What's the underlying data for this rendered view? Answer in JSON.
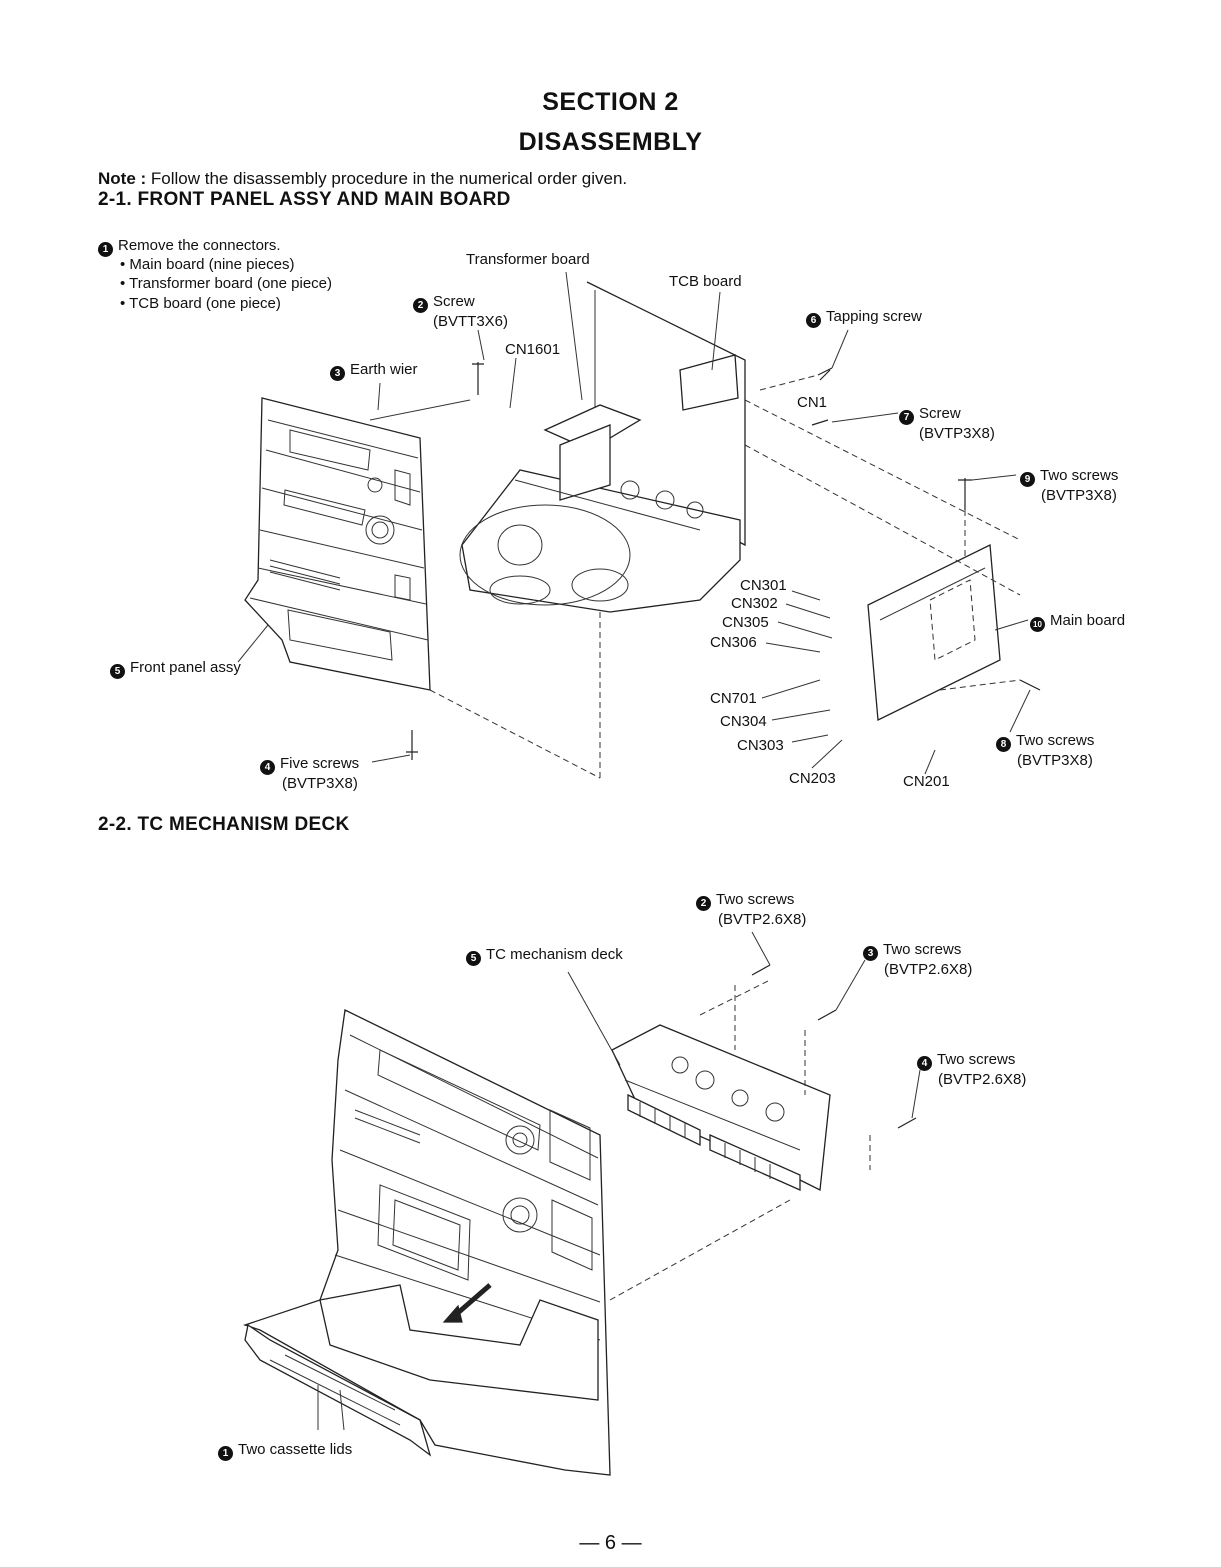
{
  "section": {
    "number": "SECTION  2",
    "title": "DISASSEMBLY"
  },
  "note": {
    "label": "Note :",
    "text": "Follow the disassembly procedure in the numerical order given."
  },
  "sub1": {
    "heading": "2-1.  FRONT PANEL ASSY AND MAIN BOARD",
    "step1": {
      "num": "1",
      "text": "Remove the connectors."
    },
    "bullets": [
      "• Main board (nine pieces)",
      "• Transformer board (one piece)",
      "• TCB board (one piece)"
    ],
    "labels": {
      "transformer_board": "Transformer board",
      "tcb_board": "TCB board",
      "screw2": {
        "num": "2",
        "text": "Screw",
        "spec": "(BVTT3X6)"
      },
      "earth": {
        "num": "3",
        "text": "Earth wier"
      },
      "cn1601": "CN1601",
      "tapping": {
        "num": "6",
        "text": "Tapping screw"
      },
      "cn1": "CN1",
      "screw7": {
        "num": "7",
        "text": "Screw",
        "spec": "(BVTP3X8)"
      },
      "two9": {
        "num": "9",
        "text": "Two screws",
        "spec": "(BVTP3X8)"
      },
      "main": {
        "num": "10",
        "text": "Main board"
      },
      "front": {
        "num": "5",
        "text": "Front panel assy"
      },
      "five4": {
        "num": "4",
        "text": "Five screws",
        "spec": "(BVTP3X8)"
      },
      "two8": {
        "num": "8",
        "text": "Two screws",
        "spec": "(BVTP3X8)"
      },
      "connectors": [
        "CN301",
        "CN302",
        "CN305",
        "CN306",
        "CN701",
        "CN304",
        "CN303",
        "CN203",
        "CN201"
      ]
    }
  },
  "sub2": {
    "heading": "2-2.  TC MECHANISM DECK",
    "labels": {
      "two2": {
        "num": "2",
        "text": "Two screws",
        "spec": "(BVTP2.6X8)"
      },
      "tc5": {
        "num": "5",
        "text": "TC mechanism deck"
      },
      "two3": {
        "num": "3",
        "text": "Two screws",
        "spec": "(BVTP2.6X8)"
      },
      "two4": {
        "num": "4",
        "text": "Two screws",
        "spec": "(BVTP2.6X8)"
      },
      "lids1": {
        "num": "1",
        "text": "Two cassette lids"
      }
    }
  },
  "page": "— 6 —"
}
